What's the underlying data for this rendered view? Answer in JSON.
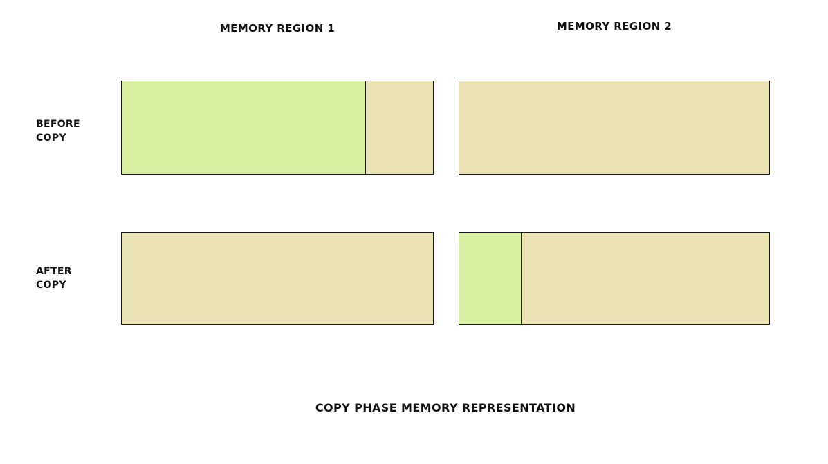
{
  "diagram": {
    "caption": "COPY PHASE MEMORY REPRESENTATION",
    "columns": [
      {
        "label": "MEMORY REGION 1"
      },
      {
        "label": "MEMORY REGION 2"
      }
    ],
    "rows": [
      {
        "label_line1": "BEFORE",
        "label_line2": "COPY",
        "bars": [
          {
            "region": "memory-region-1",
            "used_percent": 78.5
          },
          {
            "region": "memory-region-2",
            "used_percent": 0
          }
        ]
      },
      {
        "label_line1": "AFTER",
        "label_line2": "COPY",
        "bars": [
          {
            "region": "memory-region-1",
            "used_percent": 0
          },
          {
            "region": "memory-region-2",
            "used_percent": 20
          }
        ]
      }
    ],
    "colors": {
      "used_fill": "#d9efa2",
      "free_fill": "#e9e2b3",
      "border": "#1b1b1b"
    }
  }
}
